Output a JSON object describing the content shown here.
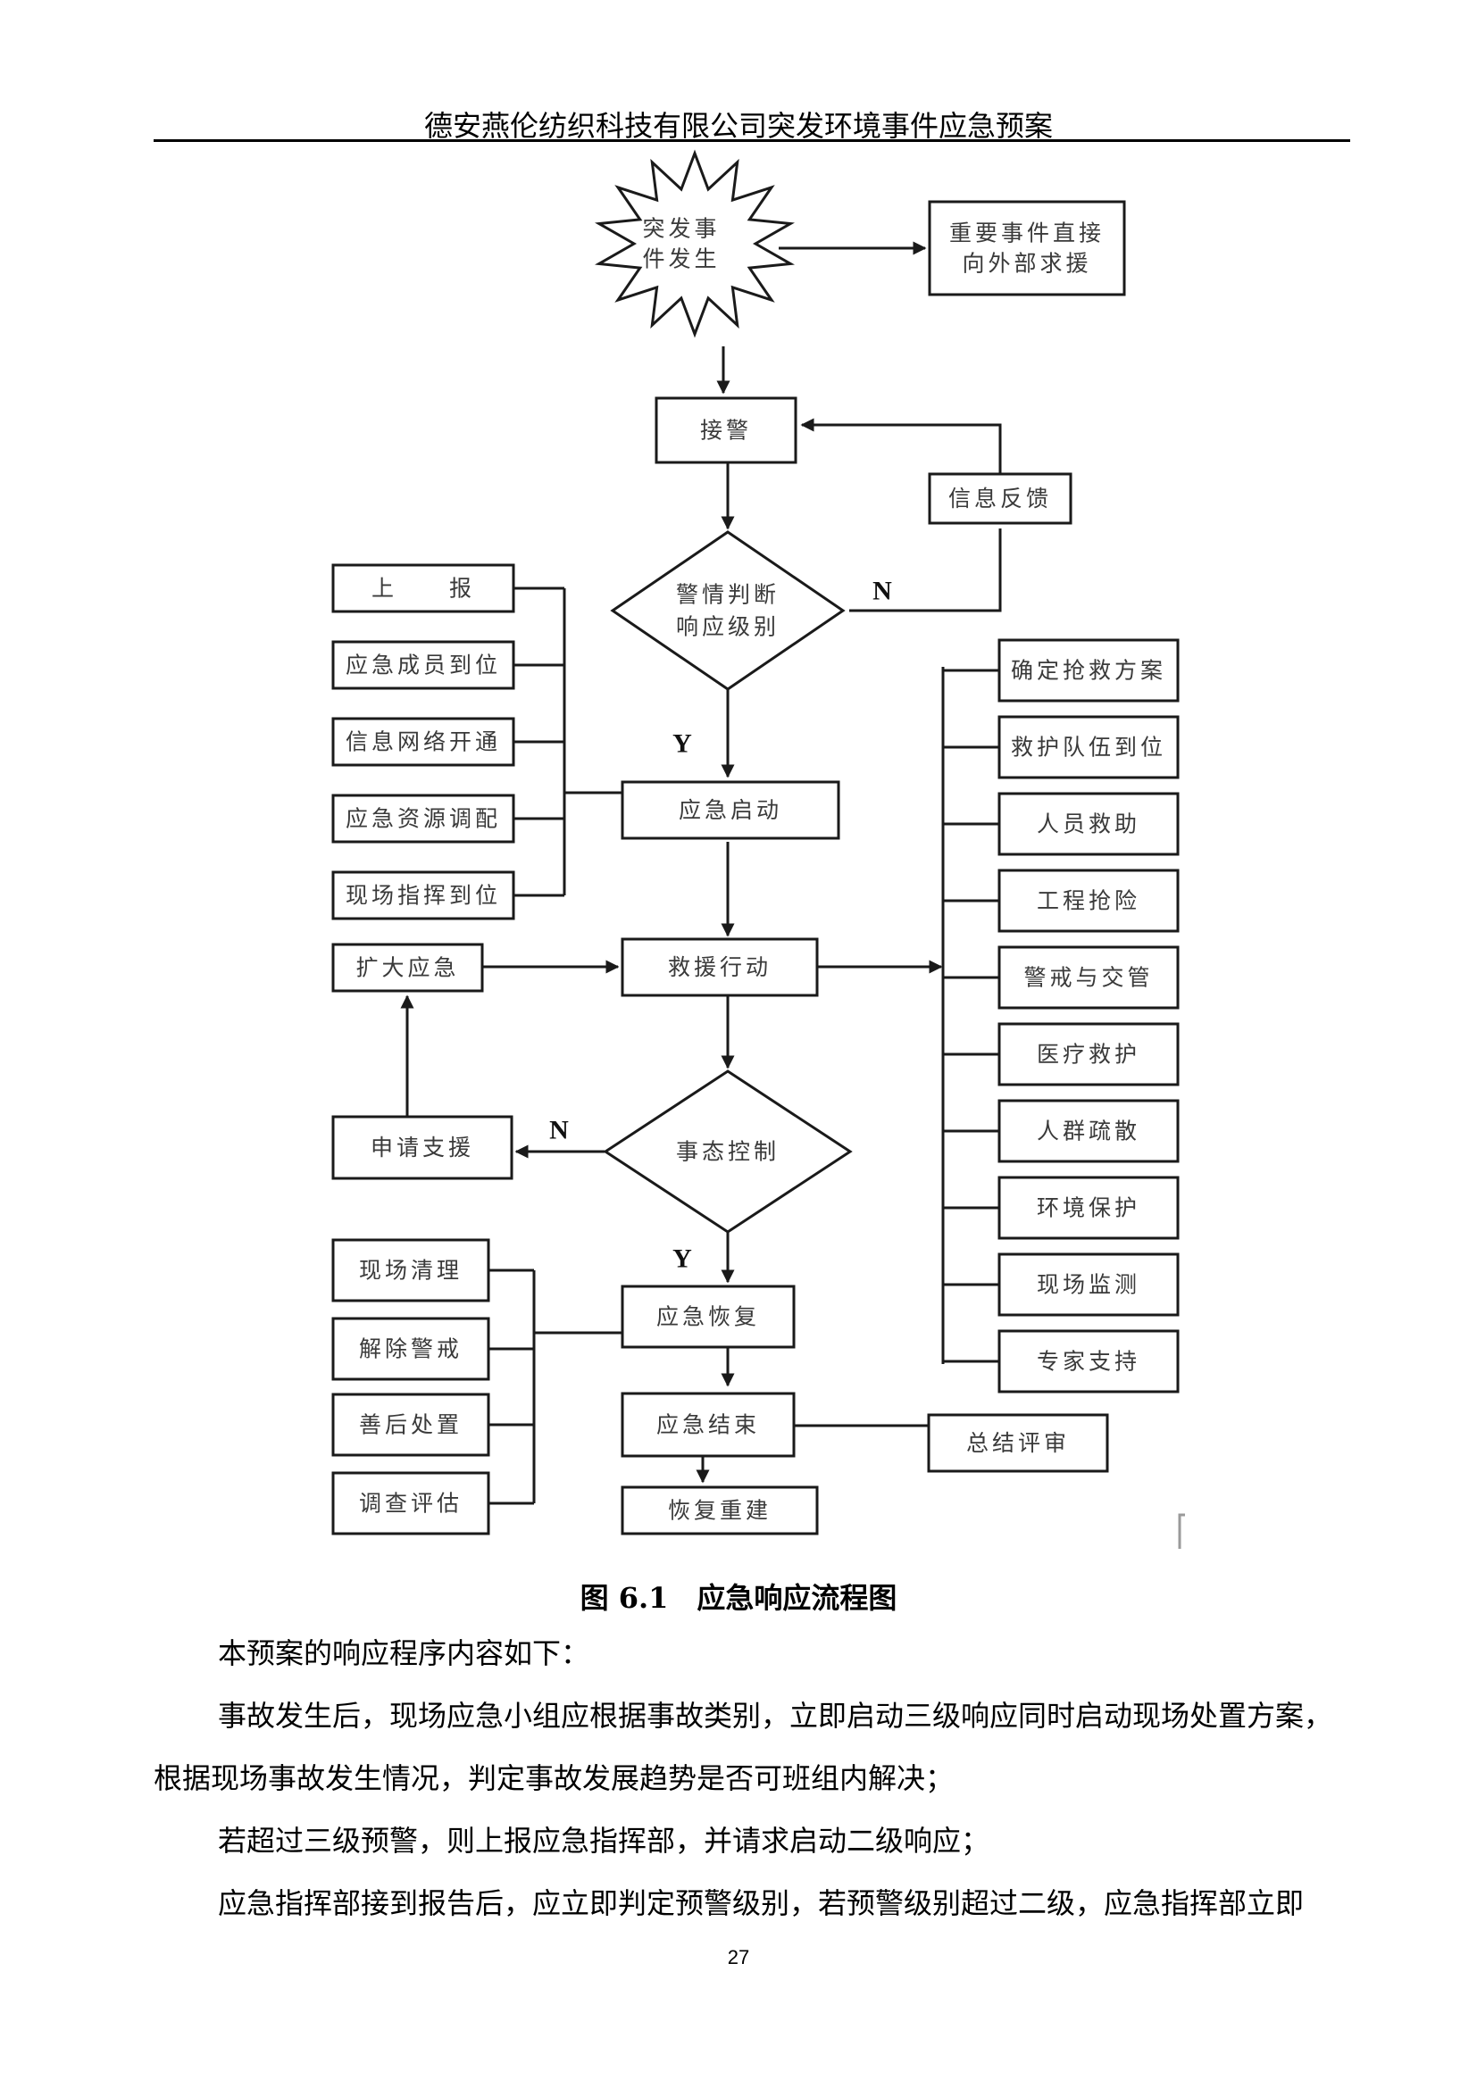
{
  "header": {
    "title": "德安燕伦纺织科技有限公司突发环境事件应急预案"
  },
  "flowchart": {
    "nodes": {
      "start": "突发事\n件发生",
      "external_help": "重要事件直接\n向外部求援",
      "receive_alarm": "接警",
      "info_feedback": "信息反馈",
      "judge": "警情判断\n响应级别",
      "launch": "应急启动",
      "rescue": "救援行动",
      "expand": "扩大应急",
      "request_support": "申请支援",
      "control": "事态控制",
      "recovery": "应急恢复",
      "end": "应急结束",
      "rebuild": "恢复重建",
      "summary": "总结评审"
    },
    "launch_tasks": [
      "上　　报",
      "应急成员到位",
      "信息网络开通",
      "应急资源调配",
      "现场指挥到位"
    ],
    "rescue_tasks": [
      "确定抢救方案",
      "救护队伍到位",
      "人员救助",
      "工程抢险",
      "警戒与交管",
      "医疗救护",
      "人群疏散",
      "环境保护",
      "现场监测",
      "专家支持"
    ],
    "recovery_tasks": [
      "现场清理",
      "解除警戒",
      "善后处置",
      "调查评估"
    ],
    "labels": {
      "yes": "Y",
      "no": "N"
    }
  },
  "caption": "图 6.1　应急响应流程图",
  "paragraphs": [
    "本预案的响应程序内容如下：",
    "事故发生后，现场应急小组应根据事故类别，立即启动三级响应同时启动现场处置方案，",
    "根据现场事故发生情况，判定事故发展趋势是否可班组内解决；",
    "若超过三级预警，则上报应急指挥部，并请求启动二级响应；",
    "应急指挥部接到报告后，应立即判定预警级别，若预警级别超过二级，应急指挥部立即"
  ],
  "page_number": "27"
}
